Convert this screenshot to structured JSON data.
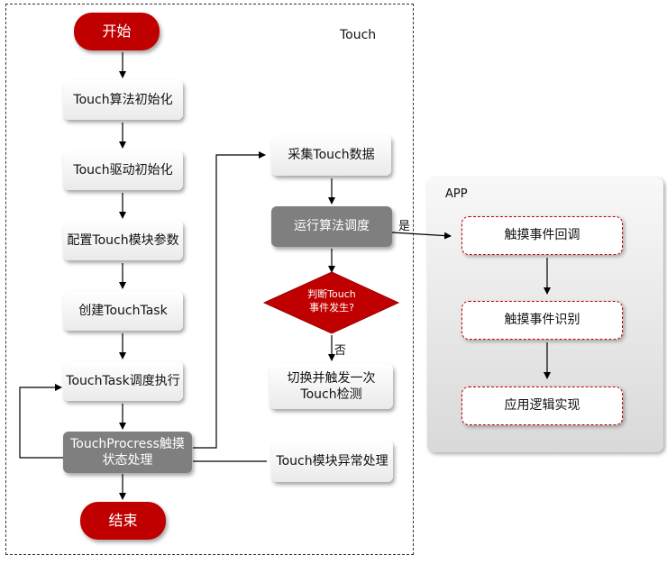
{
  "touch_region": {
    "label": "Touch"
  },
  "app_region": {
    "label": "APP"
  },
  "left_flow": {
    "start": "开始",
    "init_algorithm": "Touch算法初始化",
    "init_driver": "Touch驱动初始化",
    "config_params": "配置Touch模块参数",
    "create_task": "创建TouchTask",
    "task_schedule": "TouchTask调度执行",
    "process_state": "TouchProcress触摸\n状态处理",
    "end": "结束"
  },
  "mid_flow": {
    "collect_data": "采集Touch数据",
    "run_algorithm": "运行算法调度",
    "decision": "判断Touch\n事件发生?",
    "switch_detect": "切换并触发一次\nTouch检测",
    "exception": "Touch模块异常处理"
  },
  "app_flow": {
    "callback": "触摸事件回调",
    "recognize": "触摸事件识别",
    "logic": "应用逻辑实现"
  },
  "edge_labels": {
    "yes": "是",
    "no": "否"
  },
  "colors": {
    "red": "#c00000",
    "gray": "#7f7f7f",
    "line": "#000000"
  }
}
